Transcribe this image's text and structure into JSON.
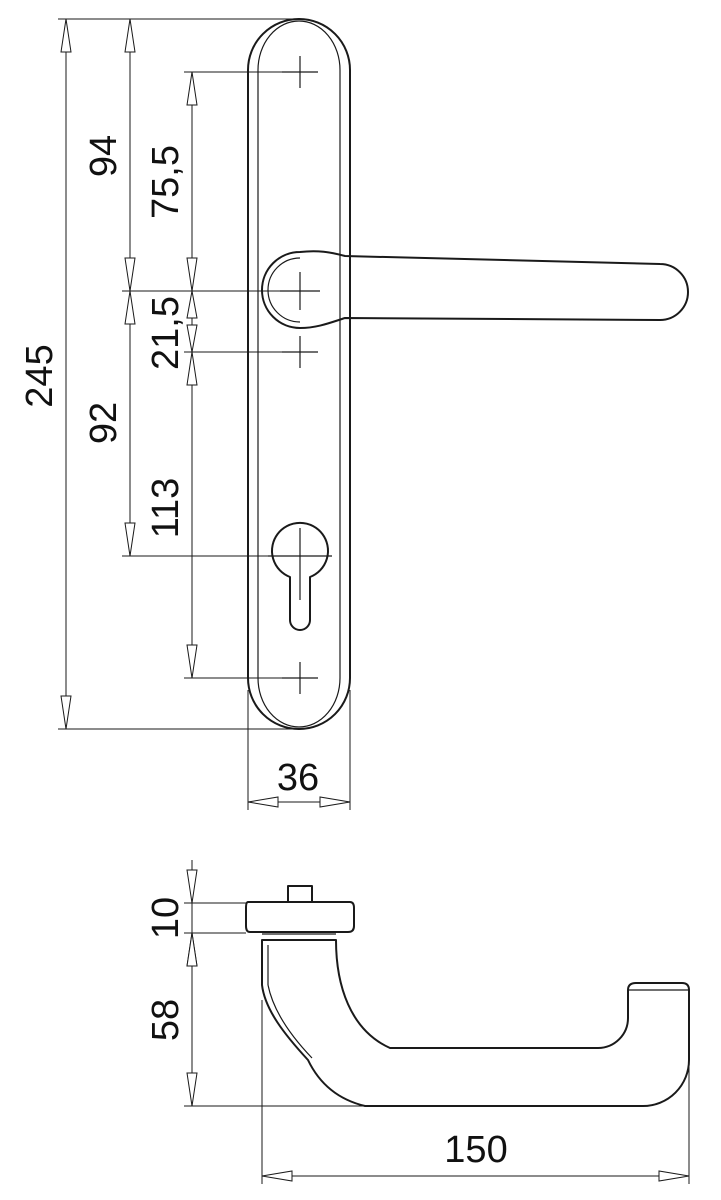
{
  "dimensions": {
    "total_height": "245",
    "top_to_lever": "94",
    "screw_to_lever": "75,5",
    "lever_to_screw": "21,5",
    "lever_to_cylinder": "92",
    "screw_spacing": "113",
    "plate_width": "36",
    "rose_thickness": "10",
    "lever_projection": "58",
    "lever_length": "150"
  },
  "colors": {
    "line": "#1a1a1a",
    "background": "#ffffff"
  }
}
